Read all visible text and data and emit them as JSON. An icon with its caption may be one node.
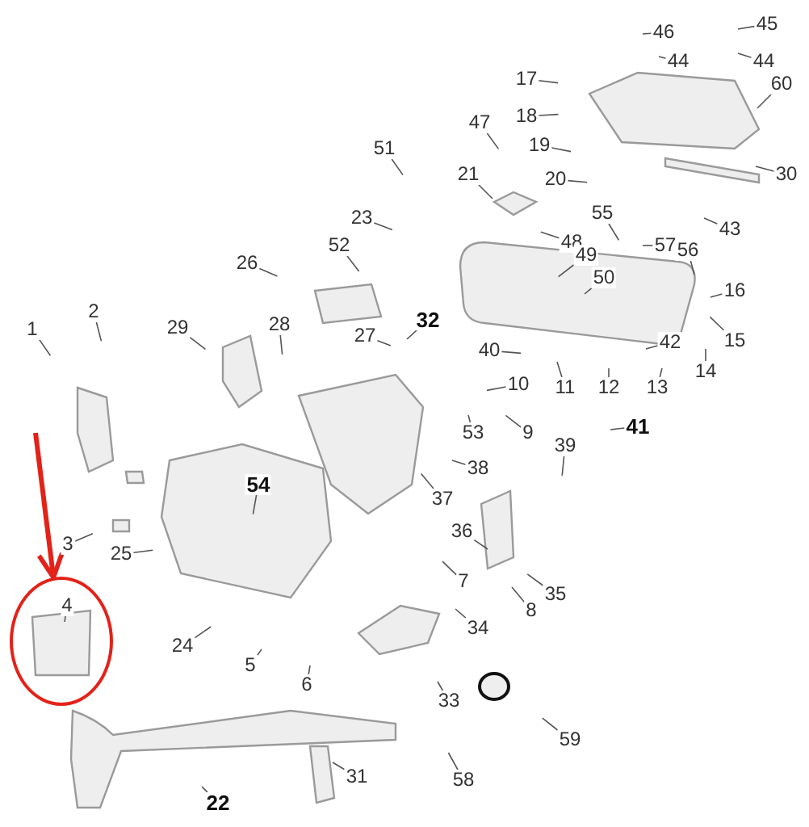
{
  "diagram": {
    "nodes": [
      {
        "text": [
          "46"
        ]
      },
      {
        "text": [
          "45"
        ]
      },
      {
        "text": [
          "44"
        ]
      },
      {
        "text": [
          "44"
        ]
      },
      {
        "text": [
          "17"
        ]
      },
      {
        "text": [
          "60"
        ]
      },
      {
        "text": [
          "18"
        ]
      },
      {
        "text": [
          "47"
        ]
      },
      {
        "text": [
          "19"
        ]
      },
      {
        "text": [
          "51"
        ]
      },
      {
        "text": [
          "21"
        ]
      },
      {
        "text": [
          "30"
        ]
      },
      {
        "text": [
          "20"
        ]
      },
      {
        "text": [
          "55"
        ]
      },
      {
        "text": [
          "43"
        ]
      },
      {
        "text": [
          "23"
        ]
      },
      {
        "text": [
          "48"
        ]
      },
      {
        "text": [
          "57"
        ]
      },
      {
        "text": [
          "56"
        ]
      },
      {
        "text": [
          "49"
        ]
      },
      {
        "text": [
          "50"
        ]
      },
      {
        "text": [
          "52"
        ]
      },
      {
        "text": [
          "26"
        ]
      },
      {
        "text": [
          "16"
        ]
      },
      {
        "text": [
          "32"
        ]
      },
      {
        "text": [
          "29"
        ]
      },
      {
        "text": [
          "28"
        ]
      },
      {
        "text": [
          "27"
        ]
      },
      {
        "text": [
          "15"
        ]
      },
      {
        "text": [
          "2"
        ]
      },
      {
        "text": [
          "1"
        ]
      },
      {
        "text": [
          "42"
        ]
      },
      {
        "text": [
          "40"
        ]
      },
      {
        "text": [
          "14"
        ]
      },
      {
        "text": [
          "10"
        ]
      },
      {
        "text": [
          "11"
        ]
      },
      {
        "text": [
          "12"
        ]
      },
      {
        "text": [
          "13"
        ]
      },
      {
        "text": [
          "9"
        ]
      },
      {
        "text": [
          "41"
        ]
      },
      {
        "text": [
          "53"
        ]
      },
      {
        "text": [
          "39"
        ]
      },
      {
        "text": [
          "38"
        ]
      },
      {
        "text": [
          "54"
        ]
      },
      {
        "text": [
          "37"
        ]
      },
      {
        "text": [
          "36"
        ]
      },
      {
        "text": [
          "3"
        ]
      },
      {
        "text": [
          "25"
        ]
      },
      {
        "text": [
          "7"
        ]
      },
      {
        "text": [
          "35"
        ]
      },
      {
        "text": [],
        "shape": "circle"
      },
      {
        "text": [
          "4"
        ],
        "in": 50
      },
      {
        "text": [
          "8"
        ]
      },
      {
        "text": [
          "34"
        ]
      },
      {
        "text": [
          "24"
        ]
      },
      {
        "text": [
          "5"
        ]
      },
      {
        "text": [
          "6"
        ]
      },
      {
        "text": [
          "33"
        ]
      },
      {
        "text": [
          "59"
        ]
      },
      {
        "text": [
          "31"
        ]
      },
      {
        "text": [
          "22"
        ]
      },
      {
        "text": [
          "58"
        ]
      }
    ],
    "edges": [
      {
        "from": 0,
        "to": null,
        "arrow": "none"
      },
      {
        "from": 1,
        "to": null,
        "arrow": "none"
      },
      {
        "from": 2,
        "to": null,
        "arrow": "none"
      },
      {
        "from": 3,
        "to": null,
        "arrow": "none"
      },
      {
        "from": 4,
        "to": null,
        "arrow": "none"
      },
      {
        "from": 5,
        "to": null,
        "arrow": "none"
      },
      {
        "from": 6,
        "to": null,
        "arrow": "none"
      },
      {
        "from": 7,
        "to": null,
        "arrow": "none"
      },
      {
        "from": 8,
        "to": null,
        "arrow": "none"
      },
      {
        "from": 9,
        "to": null,
        "arrow": "none"
      },
      {
        "from": 10,
        "to": null,
        "arrow": "none"
      },
      {
        "from": 11,
        "to": null,
        "arrow": "none"
      },
      {
        "from": 12,
        "to": null,
        "arrow": "none"
      },
      {
        "from": 13,
        "to": null,
        "arrow": "none"
      },
      {
        "from": 14,
        "to": null,
        "arrow": "none"
      },
      {
        "from": 15,
        "to": null,
        "arrow": "none"
      },
      {
        "from": 16,
        "to": null,
        "arrow": "none"
      },
      {
        "from": 17,
        "to": null,
        "arrow": "none"
      },
      {
        "from": 18,
        "to": null,
        "arrow": "none"
      },
      {
        "from": 19,
        "to": null,
        "arrow": "none"
      },
      {
        "from": 20,
        "to": null,
        "arrow": "none"
      },
      {
        "from": 21,
        "to": null,
        "arrow": "none"
      },
      {
        "from": 22,
        "to": null,
        "arrow": "none"
      },
      {
        "from": 23,
        "to": null,
        "arrow": "none"
      },
      {
        "from": 24,
        "to": null,
        "arrow": "none"
      },
      {
        "from": 25,
        "to": null,
        "arrow": "none"
      },
      {
        "from": 26,
        "to": null,
        "arrow": "none"
      },
      {
        "from": 27,
        "to": null,
        "arrow": "none"
      },
      {
        "from": 28,
        "to": null,
        "arrow": "none"
      },
      {
        "from": 29,
        "to": null,
        "arrow": "none"
      },
      {
        "from": 30,
        "to": null,
        "arrow": "none"
      },
      {
        "from": 31,
        "to": null,
        "arrow": "none"
      },
      {
        "from": 32,
        "to": null,
        "arrow": "none"
      },
      {
        "from": 33,
        "to": null,
        "arrow": "none"
      },
      {
        "from": 34,
        "to": null,
        "arrow": "none"
      },
      {
        "from": 35,
        "to": null,
        "arrow": "none"
      },
      {
        "from": 36,
        "to": null,
        "arrow": "none"
      },
      {
        "from": 37,
        "to": null,
        "arrow": "none"
      },
      {
        "from": 38,
        "to": null,
        "arrow": "none"
      },
      {
        "from": 39,
        "to": null,
        "arrow": "none"
      },
      {
        "from": 40,
        "to": null,
        "arrow": "none"
      },
      {
        "from": 41,
        "to": null,
        "arrow": "none"
      },
      {
        "from": 42,
        "to": null,
        "arrow": "none"
      },
      {
        "from": 43,
        "to": null,
        "arrow": "none"
      },
      {
        "from": 44,
        "to": null,
        "arrow": "none"
      },
      {
        "from": 45,
        "to": null,
        "arrow": "none"
      },
      {
        "from": 46,
        "to": null,
        "arrow": "none"
      },
      {
        "from": 47,
        "to": null,
        "arrow": "none"
      },
      {
        "from": 48,
        "to": null,
        "arrow": "none"
      },
      {
        "from": 49,
        "to": null,
        "arrow": "none"
      },
      {
        "from": 51,
        "to": null,
        "arrow": "none"
      },
      {
        "from": 52,
        "to": null,
        "arrow": "none"
      },
      {
        "from": 53,
        "to": null,
        "arrow": "none"
      },
      {
        "from": 54,
        "to": null,
        "arrow": "none"
      },
      {
        "from": 55,
        "to": null,
        "arrow": "none"
      },
      {
        "from": 56,
        "to": null,
        "arrow": "none"
      },
      {
        "from": 57,
        "to": null,
        "arrow": "none"
      },
      {
        "from": 58,
        "to": null,
        "arrow": "none"
      },
      {
        "from": 59,
        "to": null,
        "arrow": "none"
      },
      {
        "from": 60,
        "to": null,
        "arrow": "none"
      },
      {
        "from": 61,
        "to": null,
        "arrow": "none"
      },
      {
        "from": null,
        "to": 50,
        "arrow": "to",
        "style": "thick",
        "color": "#e32219"
      }
    ]
  }
}
